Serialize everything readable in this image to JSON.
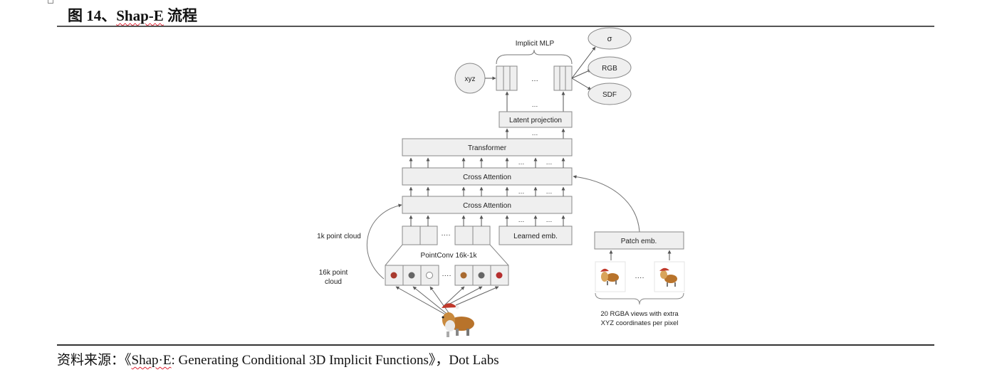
{
  "figure": {
    "title_prefix": "图 14、",
    "title_name": "Shap-E",
    "title_suffix": " 流程"
  },
  "diagram": {
    "implicit_mlp_label": "Implicit MLP",
    "input_node": "xyz",
    "outputs": [
      "σ",
      "RGB",
      "SDF"
    ],
    "ellipsis": "…",
    "dots": "····",
    "latent_projection": "Latent projection",
    "transformer": "Transformer",
    "cross_attention_top": "Cross Attention",
    "cross_attention_bottom": "Cross Attention",
    "learned_emb": "Learned emb.",
    "one_k_label": "1k point cloud",
    "pointconv_label": "PointConv 16k-1k",
    "sixteen_k_label_line1": "16k point",
    "sixteen_k_label_line2": "cloud",
    "point_colors": [
      "#a83a2e",
      "#666666",
      "#ffffff",
      "#a86a30",
      "#666666",
      "#b52f2f"
    ],
    "patch_emb": "Patch emb.",
    "views_caption_line1": "20 RGBA views with extra",
    "views_caption_line2": "XYZ coordinates per pixel"
  },
  "source": {
    "prefix": "资料来源：《",
    "name": "Shap·E",
    "rest": ": Generating Conditional 3D Implicit Functions》，Dot Labs"
  }
}
